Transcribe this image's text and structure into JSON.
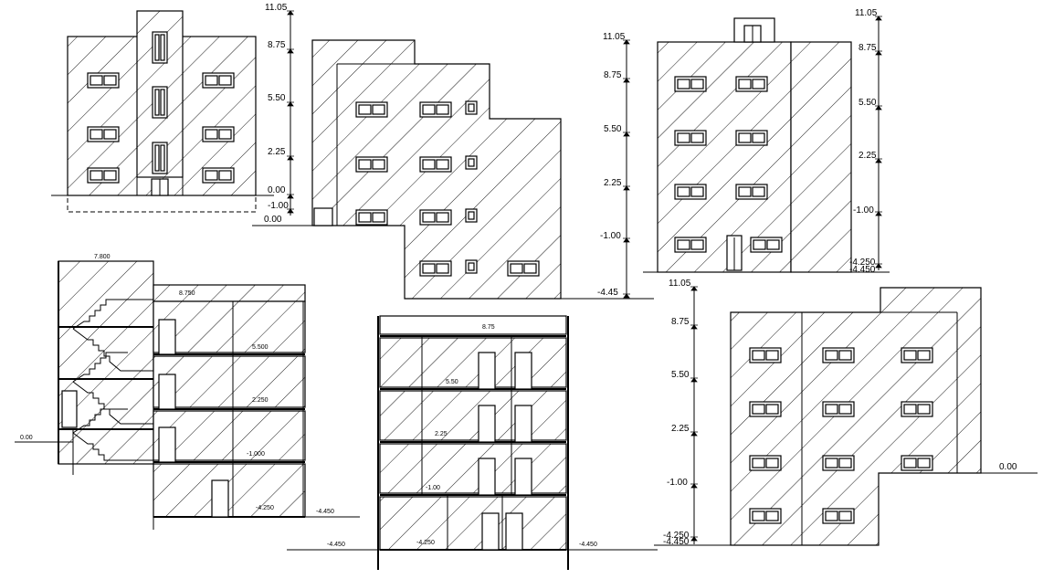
{
  "elevation_front_left": {
    "levels": [
      "11.05",
      "8.75",
      "5.50",
      "2.25",
      "0.00",
      "-1.00"
    ]
  },
  "elevation_side_stepped": {
    "levels": [
      "11.05",
      "8.75",
      "5.50",
      "2.25",
      "-1.00",
      "-4.45"
    ],
    "ground_left": "0.00"
  },
  "elevation_rear": {
    "levels": [
      "11.05",
      "8.75",
      "5.50",
      "2.25",
      "-1.00",
      "-4.250",
      "-4.450"
    ]
  },
  "section_stair": {
    "labels": [
      "7.800",
      "8.750",
      "5.500",
      "2.250",
      "-1.000",
      "-4.250",
      "-4.450",
      "0.00"
    ]
  },
  "section_middle": {
    "labels": [
      "8.75",
      "5.50",
      "2.25",
      "-1.00",
      "-4.250",
      "-4.450",
      "-4.450"
    ]
  },
  "elevation_right_bottom": {
    "levels": [
      "11.05",
      "8.75",
      "5.50",
      "2.25",
      "-1.00",
      "-4.250",
      "-4.450"
    ],
    "ground_right": "0.00"
  }
}
